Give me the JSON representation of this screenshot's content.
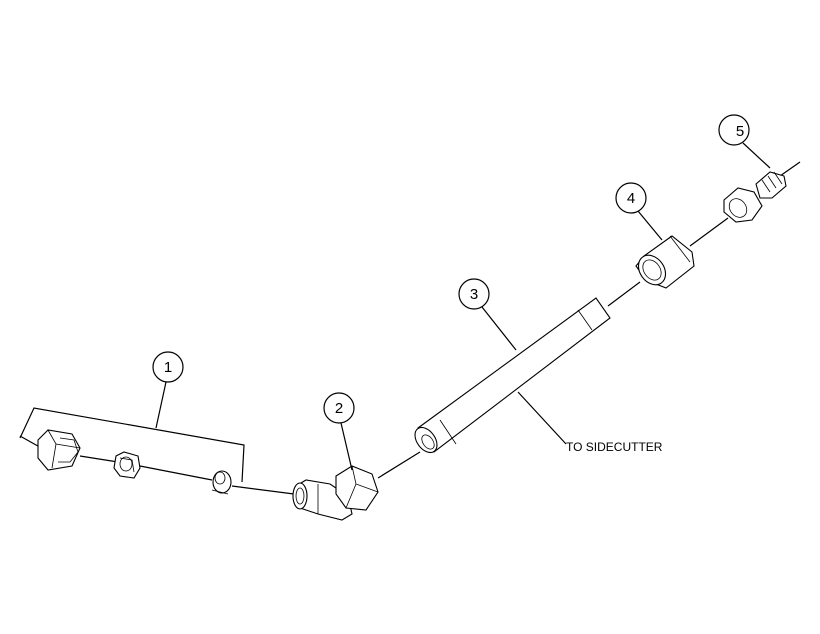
{
  "callouts": [
    {
      "id": "callout-1",
      "label": "1"
    },
    {
      "id": "callout-2",
      "label": "2"
    },
    {
      "id": "callout-3",
      "label": "3"
    },
    {
      "id": "callout-4",
      "label": "4"
    },
    {
      "id": "callout-5",
      "label": "5"
    }
  ],
  "note": "TO SIDECUTTER"
}
